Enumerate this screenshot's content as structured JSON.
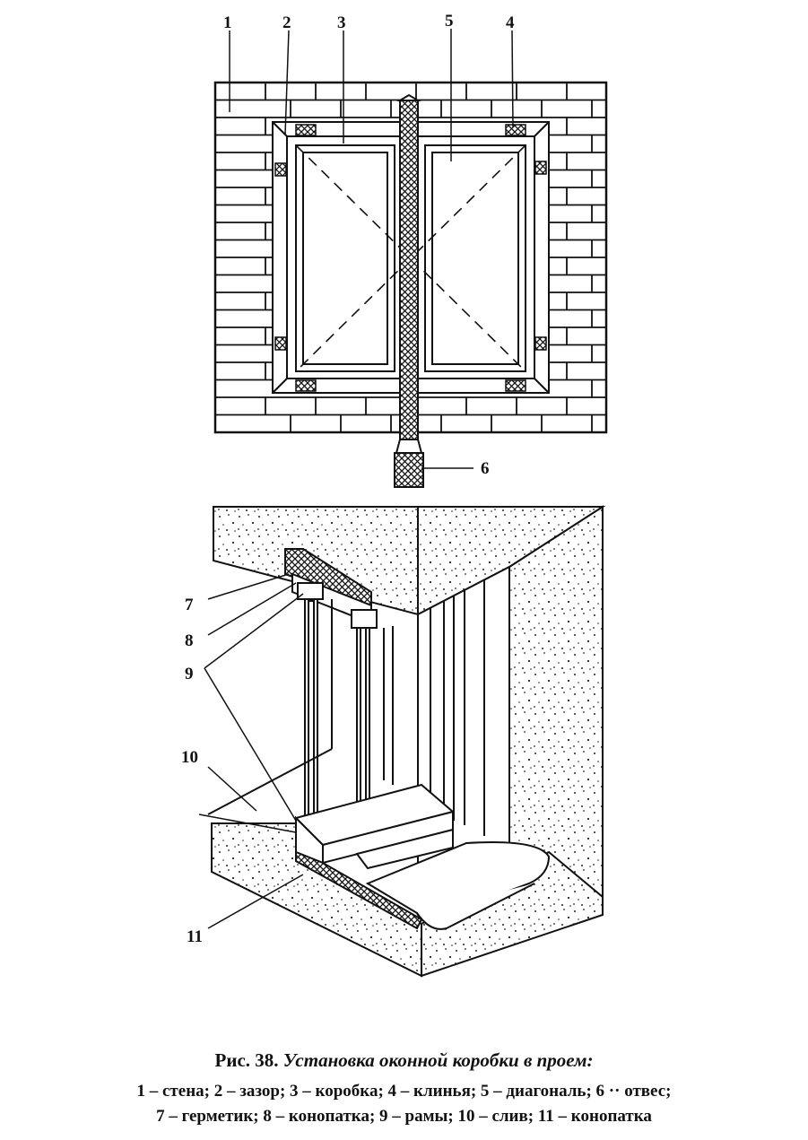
{
  "labels": {
    "l1": "1",
    "l2": "2",
    "l3": "3",
    "l4": "4",
    "l5": "5",
    "l6": "6",
    "l7": "7",
    "l8": "8",
    "l9": "9",
    "l10": "10",
    "l11": "11"
  },
  "caption": {
    "prefix": "Рис. 38.",
    "title": "Установка оконной коробки в проем:",
    "line1": "1 – стена; 2 – зазор; 3 – коробка; 4 – клинья; 5 – диагональ; 6 ·· отвес;",
    "line2": "7 – герметик; 8 – конопатка; 9 – рамы; 10 – слив; 11 – конопатка"
  }
}
